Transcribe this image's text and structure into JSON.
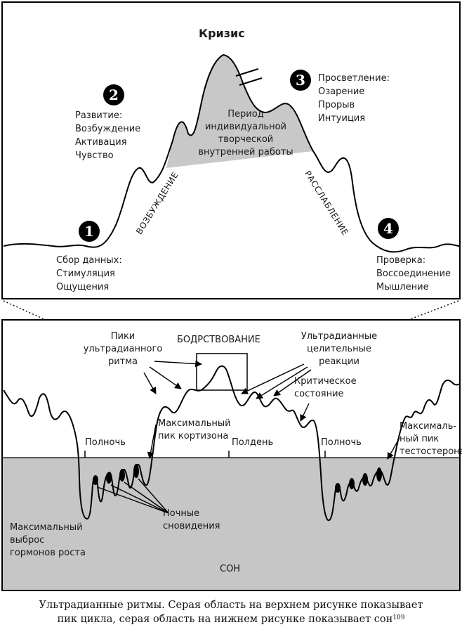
{
  "top_panel": {
    "title": "Кризис",
    "gray_region": [
      "Период",
      "индивидуальной",
      "творческой",
      "внутренней работы"
    ],
    "slope_left": "ВОЗБУЖДЕНИЕ",
    "slope_right": "РАССЛАБЛЕНИЕ",
    "stages": [
      {
        "number": "1",
        "lines": [
          "Сбор данных:",
          "Стимуляция",
          "Ощущения"
        ]
      },
      {
        "number": "2",
        "lines": [
          "Развитие:",
          "Возбуждение",
          "Активация",
          "Чувство"
        ]
      },
      {
        "number": "3",
        "lines": [
          "Просветление:",
          "Озарение",
          "Прорыв",
          "Интуиция"
        ]
      },
      {
        "number": "4",
        "lines": [
          "Проверка:",
          "Воссоединение",
          "Мышление"
        ]
      }
    ]
  },
  "bottom_panel": {
    "wake_label": "БОДРСТВОВАНИЕ",
    "sleep_label": "СОН",
    "peaks_label": [
      "Пики",
      "ультрадианного",
      "ритма"
    ],
    "healing_label": [
      "Ультрадианные",
      "целительные",
      "реакции"
    ],
    "critical_label": [
      "Критическое",
      "состояние"
    ],
    "cortisol_label": [
      "Максимальный",
      "пик кортизона"
    ],
    "testosterone_label": [
      "Максималь-",
      "ный пик",
      "тестостерона"
    ],
    "dreams_label": [
      "Ночные",
      "сновидения"
    ],
    "growth_label": [
      "Максимальный",
      "выброс",
      "гормонов роста"
    ],
    "ticks": [
      "Полночь",
      "Полдень",
      "Полночь"
    ]
  },
  "caption": {
    "line1": "Ультрадианные ритмы. Серая область на верхнем рисунке показывает",
    "line2": "пик цикла, серая область на нижнем рисунке показывает сон",
    "footnote": "109"
  }
}
